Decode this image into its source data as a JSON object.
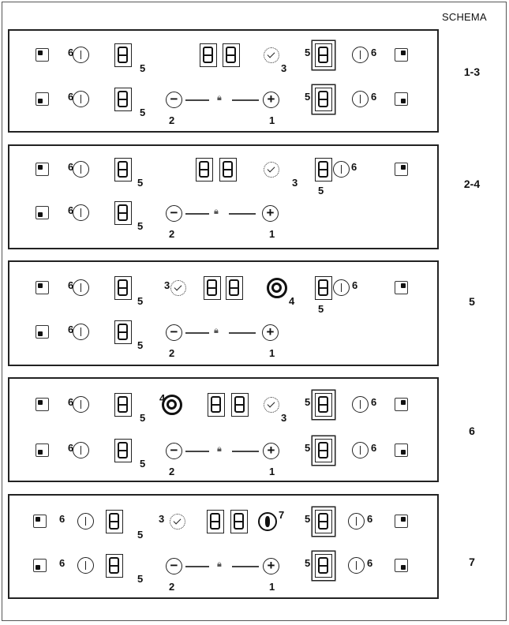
{
  "header": {
    "title": "SCHEMA"
  },
  "schemas": [
    {
      "label": "1-3",
      "top": {
        "left_power_number": "6",
        "left_display_number": "5",
        "timer_number": "3",
        "right_display_number": "5",
        "right_power_number": "6"
      },
      "bottom": {
        "left_power_number": "6",
        "left_display_number": "5",
        "minus_number": "2",
        "plus_number": "1",
        "right_display_number": "5",
        "right_power_number": "6"
      }
    },
    {
      "label": "2-4",
      "top": {
        "left_power_number": "6",
        "left_display_number": "5",
        "timer_number": "3",
        "right_display_number": "5",
        "right_power_number": "6"
      },
      "bottom": {
        "left_power_number": "6",
        "left_display_number": "5",
        "minus_number": "2",
        "plus_number": "1"
      }
    },
    {
      "label": "5",
      "top": {
        "left_power_number": "6",
        "left_display_number": "5",
        "timer_number": "3",
        "ring_number": "4",
        "right_display_number": "5",
        "right_power_number": "6"
      },
      "bottom": {
        "left_power_number": "6",
        "left_display_number": "5",
        "minus_number": "2",
        "plus_number": "1"
      }
    },
    {
      "label": "6",
      "top": {
        "left_power_number": "6",
        "left_display_number": "5",
        "ring_number": "4",
        "timer_number": "3",
        "right_display_number": "5",
        "right_power_number": "6"
      },
      "bottom": {
        "left_power_number": "6",
        "left_display_number": "5",
        "minus_number": "2",
        "plus_number": "1",
        "right_display_number": "5",
        "right_power_number": "6"
      }
    },
    {
      "label": "7",
      "top": {
        "left_power_number": "6",
        "left_display_number": "5",
        "timer_number": "3",
        "hourglass_number": "7",
        "right_display_number": "5",
        "right_power_number": "6"
      },
      "bottom": {
        "left_power_number": "6",
        "left_display_number": "5",
        "minus_number": "2",
        "plus_number": "1",
        "right_display_number": "5",
        "right_power_number": "6"
      }
    }
  ],
  "symbols": {
    "minus": "−",
    "plus": "+",
    "lock": "🔒︎"
  },
  "icons": [
    "zone-square-icon",
    "power-icon",
    "digit-display-icon",
    "timer-icon",
    "lock-icon",
    "minus-icon",
    "plus-icon",
    "ring-icon",
    "hourglass-icon"
  ]
}
